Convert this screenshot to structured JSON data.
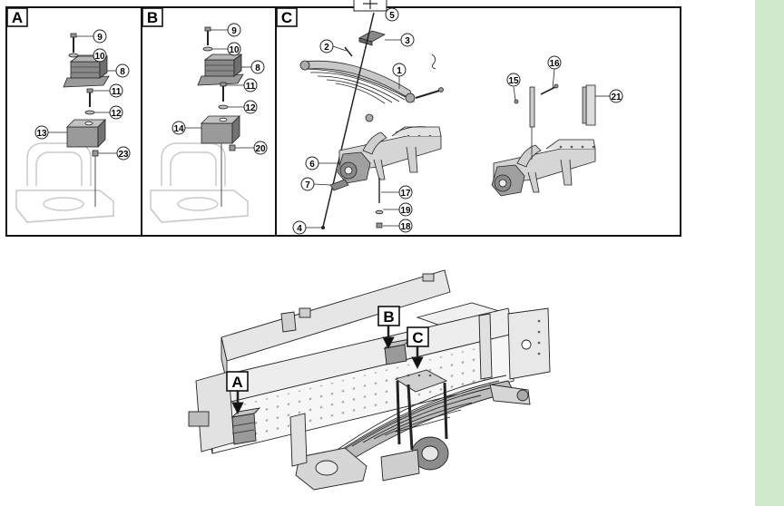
{
  "colors": {
    "line": "#1a1a1a",
    "part": "#cfcfcf",
    "part_dark": "#8c8c8c",
    "ghost": "#d6d6d6",
    "frame": "#bdbdbd",
    "sidebar": "#cfe8cc"
  },
  "panels": {
    "a": {
      "label": "A"
    },
    "b": {
      "label": "B"
    },
    "c": {
      "label": "C"
    }
  },
  "callouts": {
    "a": [
      "9",
      "10",
      "8",
      "11",
      "12",
      "13",
      "23"
    ],
    "b": [
      "9",
      "10",
      "8",
      "11",
      "12",
      "14",
      "20"
    ],
    "c": [
      "5",
      "2",
      "3",
      "1",
      "6",
      "7",
      "17",
      "19",
      "18",
      "4",
      "15",
      "16",
      "21"
    ]
  },
  "overview": {
    "labels": {
      "a": "A",
      "b": "B",
      "c": "C"
    }
  }
}
